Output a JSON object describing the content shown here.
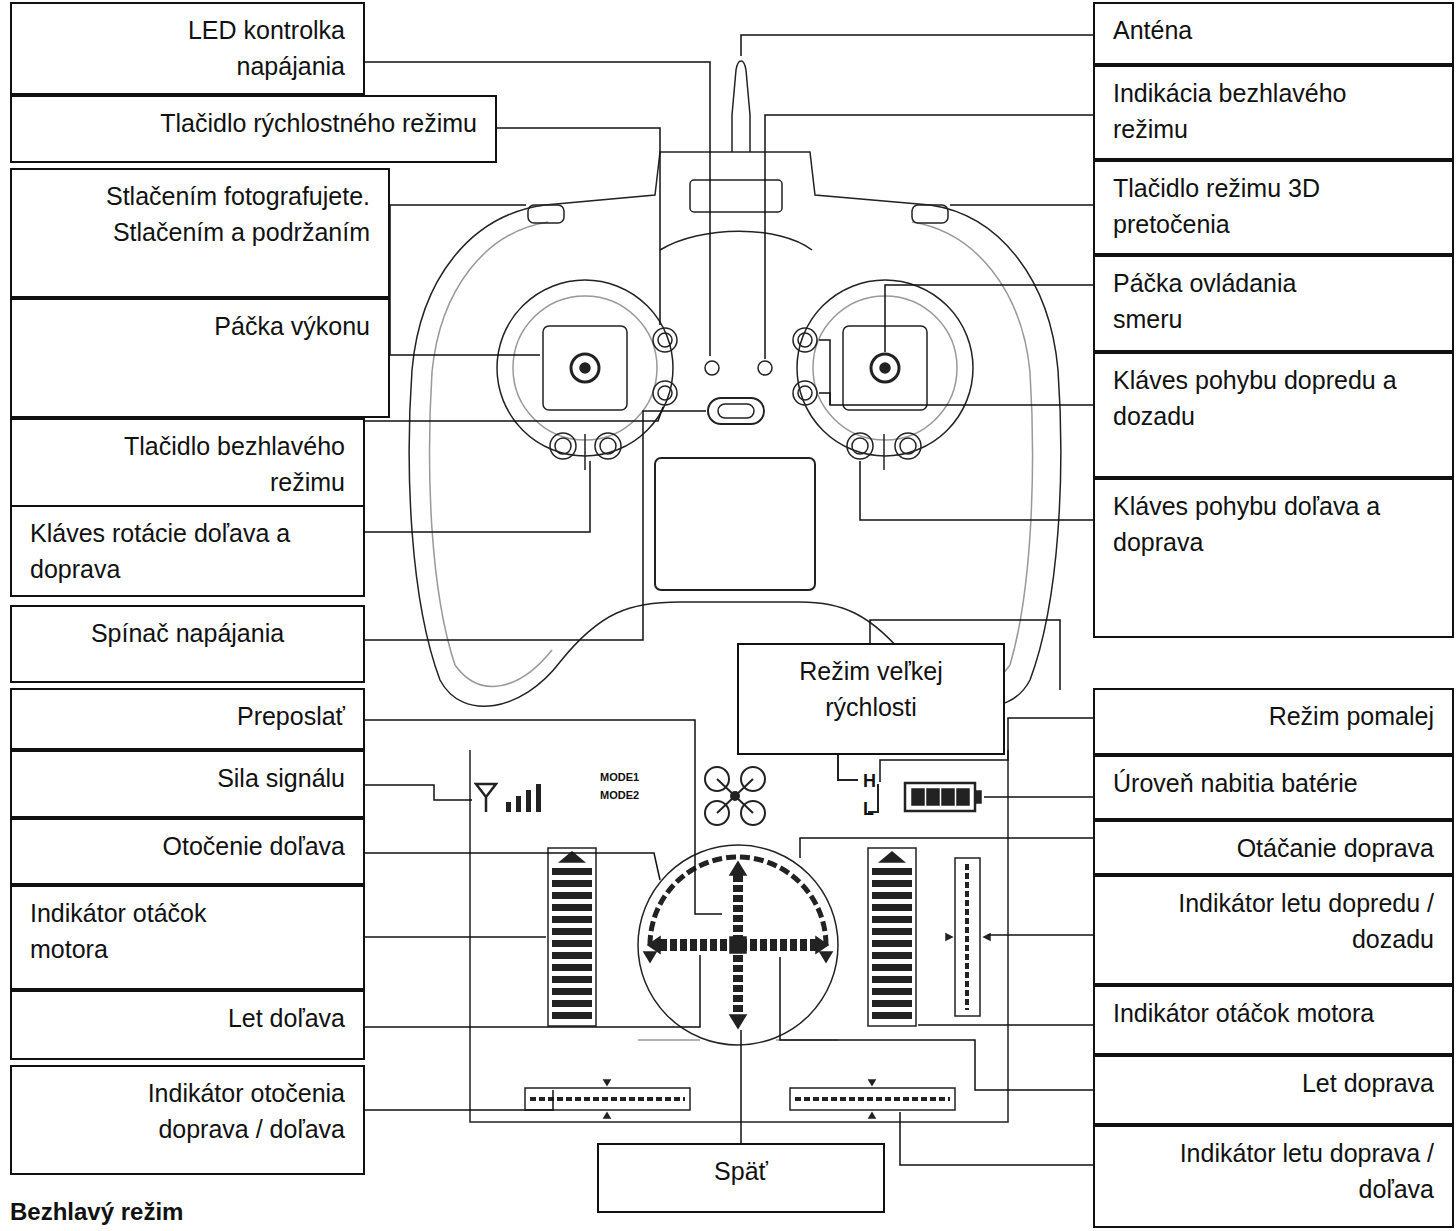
{
  "diagram": {
    "nodes": [
      {
        "text": [
          "LED kontrolka napájania"
        ]
      },
      {
        "text": [
          "Tlačidlo rýchlostného režimu"
        ]
      },
      {
        "text": [
          "Stlačením fotografujete. Stlačením a podržaním"
        ]
      },
      {
        "text": [
          "Páčka výkonu"
        ]
      },
      {
        "text": [
          "Tlačidlo bezhlavého režimu"
        ]
      },
      {
        "text": [
          "Kláves rotácie doľava a doprava"
        ]
      },
      {
        "text": [
          "Spínač napájania"
        ]
      },
      {
        "text": [
          "Preposlať"
        ]
      },
      {
        "text": [
          "Sila signálu"
        ]
      },
      {
        "text": [
          "Otočenie doľava"
        ]
      },
      {
        "text": [
          "Indikátor otáčok motora"
        ]
      },
      {
        "text": [
          "Let doľava"
        ]
      },
      {
        "text": [
          "Indikátor otočenia doprava / doľava"
        ]
      },
      {
        "text": [
          "Anténa"
        ]
      },
      {
        "text": [
          "Indikácia bezhlavého režimu"
        ]
      },
      {
        "text": [
          "Tlačidlo režimu 3D pretočenia"
        ]
      },
      {
        "text": [
          "Páčka ovládania smeru"
        ]
      },
      {
        "text": [
          "Kláves pohybu dopredu a dozadu"
        ]
      },
      {
        "text": [
          "Kláves pohybu doľava a doprava"
        ]
      },
      {
        "text": [
          "Režim veľkej rýchlosti"
        ]
      },
      {
        "text": [
          "Režim pomalej"
        ]
      },
      {
        "text": [
          "Úroveň nabitia batérie"
        ]
      },
      {
        "text": [
          "Otáčanie doprava"
        ]
      },
      {
        "text": [
          "Indikátor letu dopredu / dozadu"
        ]
      },
      {
        "text": [
          "Indikátor otáčok motora"
        ]
      },
      {
        "text": [
          "Let doprava"
        ]
      },
      {
        "text": [
          "Indikátor letu doprava / doľava"
        ]
      },
      {
        "text": [
          "Späť"
        ]
      }
    ],
    "labels": [
      "MODE1",
      "MODE2",
      "H",
      "L",
      "Bezhlavý režim"
    ]
  }
}
